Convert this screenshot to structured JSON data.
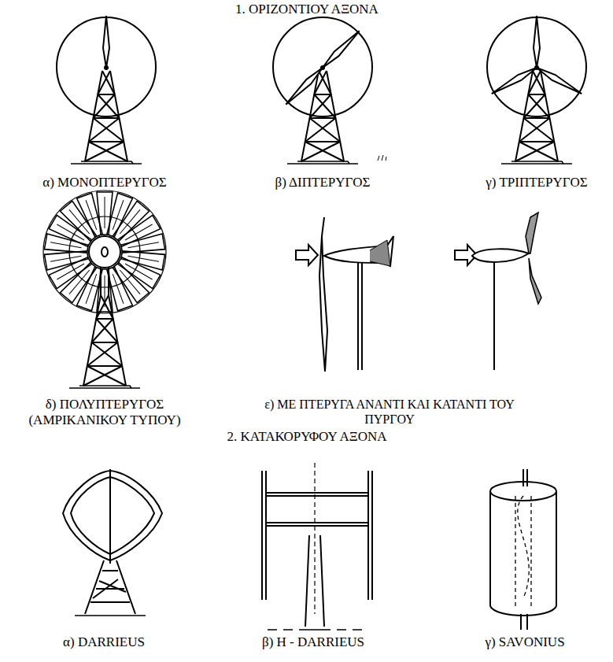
{
  "diagram": {
    "labels": [
      "1. ΟΡΙΖΟΝΤΙΟΥ ΑΞΟΝΑ",
      "α) ΜΟΝΟΠΤΕΡΥΓΟΣ",
      "β) ΔΙΠΤΕΡΥΓΟΣ",
      "γ) ΤΡΙΠΤΕΡΥΓΟΣ",
      "δ) ΠΟΛΥΠΤΕΡΥΓΟΣ (ΑΜΡΙΚΑΝΙΚΟΥ ΤΥΠΟΥ)",
      "ε) ΜΕ ΠΤΕΡΥΓΑ ΑΝΑΝΤΙ ΚΑΙ ΚΑΤΑΝΤΙ ΤΟΥ ΠΥΡΓΟΥ",
      "2. ΚΑΤΑΚΟΡΥΦΟΥ ΑΞΟΝΑ",
      "α) DARRIEUS",
      "β) H - DARRIEUS",
      "γ) SAVONIUS"
    ]
  }
}
